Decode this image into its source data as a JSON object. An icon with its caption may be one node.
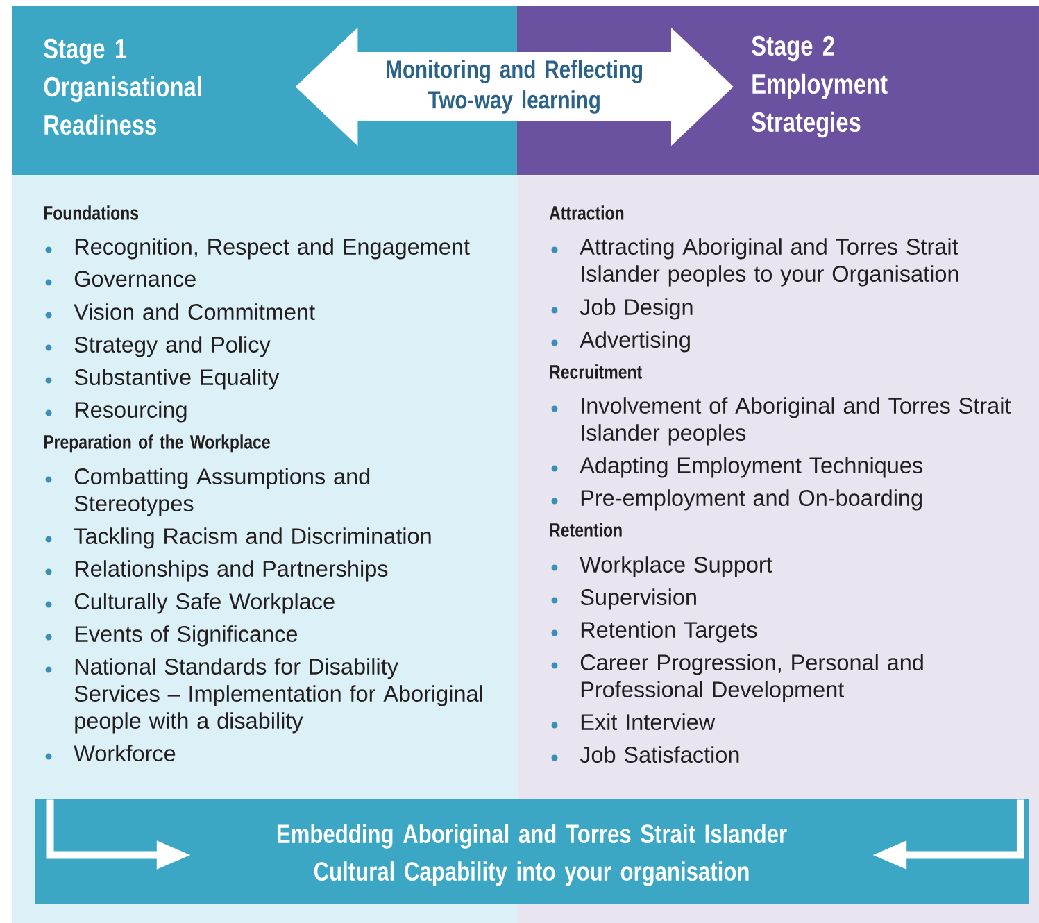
{
  "diagram": {
    "nodes": [
      {
        "text": [
          "Stage 1",
          "Organisational Readiness"
        ]
      },
      {
        "text": [
          "Stage 2",
          "Employment Strategies"
        ]
      },
      {
        "text": [
          "Foundations",
          "Recognition, Respect and Engagement",
          "Governance",
          "Vision and Commitment",
          "Strategy and Policy",
          "Substantive Equality",
          "Resourcing",
          "Preparation of the Workplace",
          "Combatting Assumptions and Stereotypes",
          "Tackling Racism and Discrimination",
          "Relationships and Partnerships",
          "Culturally Safe Workplace",
          "Events of Significance",
          "National Standards for Disability Services – Implementation for Aboriginal people with a disability",
          "Workforce"
        ]
      },
      {
        "text": [
          "Attraction",
          "Attracting Aboriginal and Torres Strait Islander peoples to your Organisation",
          "Job Design",
          "Advertising",
          "Recruitment",
          "Involvement of Aboriginal and Torres Strait Islander peoples",
          "Adapting Employment Techniques",
          "Pre-employment and On-boarding",
          "Retention",
          "Workplace Support",
          "Supervision",
          "Retention Targets",
          "Career Progression, Personal and Professional Development",
          "Exit Interview",
          "Job Satisfaction"
        ]
      },
      {
        "text": [
          "Embedding Aboriginal and Torres Strait Islander Cultural Capability into your organisation"
        ]
      }
    ],
    "edges": [
      {
        "from": 0,
        "to": 1,
        "arrow": "both",
        "style": "thick",
        "label": "Monitoring and Reflecting Two-way learning"
      },
      {
        "from": 2,
        "to": 4,
        "arrow": "to"
      },
      {
        "from": 3,
        "to": 4,
        "arrow": "to"
      }
    ]
  }
}
